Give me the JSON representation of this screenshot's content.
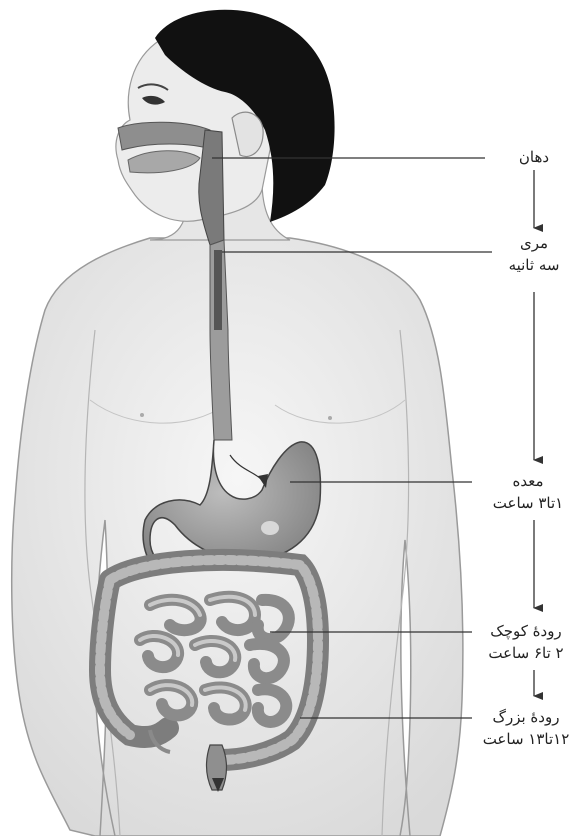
{
  "labels": {
    "mouth": {
      "name": "دهان"
    },
    "esophagus": {
      "name": "مری",
      "time": "سه ثانیه"
    },
    "stomach": {
      "name": "معده",
      "time": "۱تا۳ ساعت"
    },
    "small_intestine": {
      "name": "رودهٔ کوچک",
      "time": "۲ تا۶ ساعت"
    },
    "large_intestine": {
      "name": "رودهٔ بزرگ",
      "time": "۱۲تا۱۳ ساعت"
    }
  },
  "colors": {
    "skin": "#ededed",
    "skin_outline": "#9a9a9a",
    "hair": "#111111",
    "organ": "#9c9c9c",
    "organ_dark": "#6a6a6a",
    "leader_line": "#333333"
  }
}
